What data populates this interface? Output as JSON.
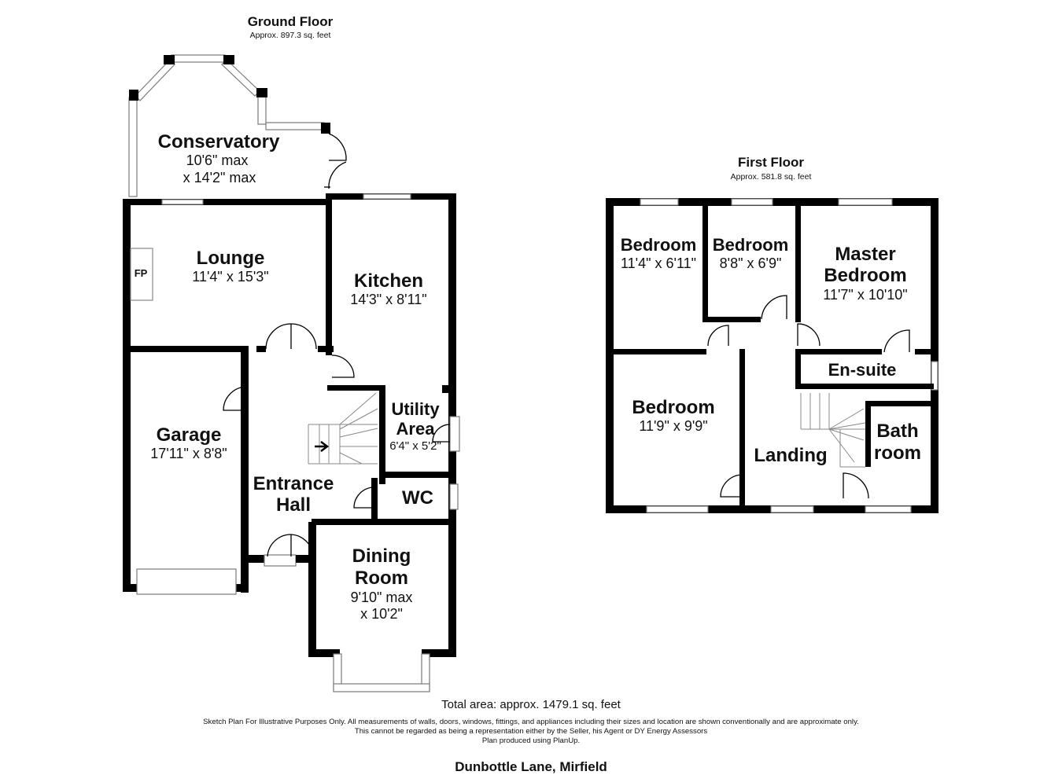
{
  "ground_floor": {
    "title": "Ground Floor",
    "area": "Approx. 897.3 sq. feet",
    "rooms": {
      "conservatory": {
        "name": "Conservatory",
        "dim1": "10'6\" max",
        "dim2": "x 14'2\" max"
      },
      "lounge": {
        "name": "Lounge",
        "dim": "11'4\" x 15'3\"",
        "fireplace": "FP"
      },
      "kitchen": {
        "name": "Kitchen",
        "dim": "14'3\" x 8'11\""
      },
      "garage": {
        "name": "Garage",
        "dim": "17'11\" x 8'8\""
      },
      "utility": {
        "name1": "Utility",
        "name2": "Area",
        "dim": "6'4\" x 5'2\""
      },
      "entrance": {
        "name1": "Entrance",
        "name2": "Hall"
      },
      "wc": {
        "name": "WC"
      },
      "dining": {
        "name1": "Dining",
        "name2": "Room",
        "dim1": "9'10\" max",
        "dim2": "x 10'2\""
      }
    }
  },
  "first_floor": {
    "title": "First Floor",
    "area": "Approx. 581.8 sq. feet",
    "rooms": {
      "bedroom_a": {
        "name": "Bedroom",
        "dim": "11'4\" x 6'11\""
      },
      "bedroom_b": {
        "name": "Bedroom",
        "dim": "8'8\" x 6'9\""
      },
      "master": {
        "name1": "Master",
        "name2": "Bedroom",
        "dim": "11'7\" x 10'10\""
      },
      "ensuite": {
        "name": "En-suite"
      },
      "bedroom_c": {
        "name": "Bedroom",
        "dim": "11'9\" x 9'9\""
      },
      "landing": {
        "name": "Landing"
      },
      "bathroom": {
        "name1": "Bath",
        "name2": "room"
      }
    }
  },
  "footer": {
    "total_area": "Total area: approx. 1479.1 sq. feet",
    "disclaimer": "Sketch Plan For Illustrative Purposes Only. All measurements of walls, doors, windows, fittings, and appliances including their sizes and location are shown conventionally and are approximate only. This cannot be regarded as being a representation either by the Seller, his Agent or DY Energy Assessors",
    "produced": "Plan produced using PlanUp.",
    "address": "Dunbottle Lane, Mirfield"
  }
}
